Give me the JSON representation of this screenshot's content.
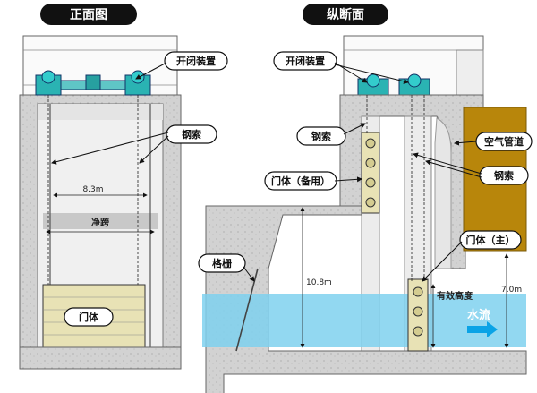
{
  "titles": {
    "front": "正面图",
    "section": "纵断面"
  },
  "front": {
    "hoist": "开闭装置",
    "cable": "钢索",
    "width_dim": "8.3m",
    "clear_span": "净跨",
    "gate": "门体"
  },
  "section": {
    "hoist": "开闭装置",
    "cable_left": "钢索",
    "cable_right": "钢索",
    "gate_spare": "门体（备用）",
    "air_pipe": "空气管道",
    "gate_main": "门体（主）",
    "screen": "格栅",
    "height_dim": "10.8m",
    "effective_height": "有效高度",
    "height_7": "7.0m",
    "flow": "水流"
  },
  "colors": {
    "concrete": "#cfcfcf",
    "water": "#7fd1ee",
    "gate": "#e8e2b5",
    "pipe": "#b8860b",
    "hoist": "#2ab3b3",
    "header": "#111111"
  }
}
